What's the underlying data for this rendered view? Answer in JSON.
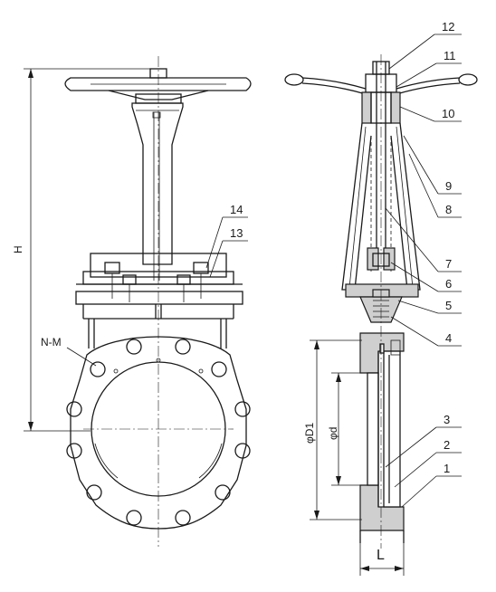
{
  "callouts": [
    {
      "id": "12",
      "label": "12"
    },
    {
      "id": "11",
      "label": "11"
    },
    {
      "id": "10",
      "label": "10"
    },
    {
      "id": "9",
      "label": "9"
    },
    {
      "id": "8",
      "label": "8"
    },
    {
      "id": "7",
      "label": "7"
    },
    {
      "id": "6",
      "label": "6"
    },
    {
      "id": "5",
      "label": "5"
    },
    {
      "id": "4",
      "label": "4"
    },
    {
      "id": "3",
      "label": "3"
    },
    {
      "id": "2",
      "label": "2"
    },
    {
      "id": "1",
      "label": "1"
    },
    {
      "id": "14",
      "label": "14"
    },
    {
      "id": "13",
      "label": "13"
    }
  ],
  "dimensions": {
    "height": "H",
    "length": "L",
    "outer_diameter": "φD1",
    "bore_diameter": "φd",
    "holes": "N-M"
  }
}
